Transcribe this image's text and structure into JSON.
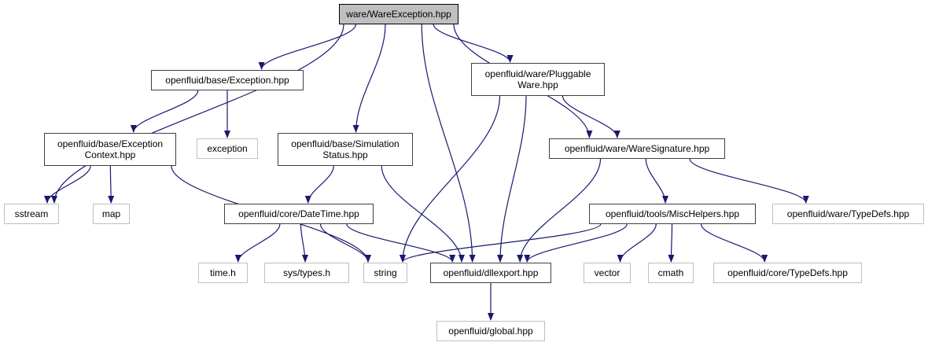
{
  "diagram": {
    "colors": {
      "edge": "#191970",
      "root_fill": "#bfbfbf",
      "main_border": "#404040",
      "external_border": "#bfbfbf"
    },
    "nodes": [
      {
        "id": "root",
        "label": "ware/WareException.hpp",
        "kind": "root"
      },
      {
        "id": "base_exception",
        "label": "openfluid/base/Exception.hpp",
        "kind": "main"
      },
      {
        "id": "pluggable_ware",
        "label": "openfluid/ware/Pluggable\nWare.hpp",
        "kind": "main"
      },
      {
        "id": "exception_context",
        "label": "openfluid/base/Exception\nContext.hpp",
        "kind": "main"
      },
      {
        "id": "exception",
        "label": "exception",
        "kind": "external"
      },
      {
        "id": "simulation_status",
        "label": "openfluid/base/Simulation\nStatus.hpp",
        "kind": "main"
      },
      {
        "id": "ware_signature",
        "label": "openfluid/ware/WareSignature.hpp",
        "kind": "main"
      },
      {
        "id": "sstream",
        "label": "sstream",
        "kind": "external"
      },
      {
        "id": "map",
        "label": "map",
        "kind": "external"
      },
      {
        "id": "datetime",
        "label": "openfluid/core/DateTime.hpp",
        "kind": "main"
      },
      {
        "id": "mischelpers",
        "label": "openfluid/tools/MiscHelpers.hpp",
        "kind": "main"
      },
      {
        "id": "ware_typedefs",
        "label": "openfluid/ware/TypeDefs.hpp",
        "kind": "external"
      },
      {
        "id": "time_h",
        "label": "time.h",
        "kind": "external"
      },
      {
        "id": "sys_types",
        "label": "sys/types.h",
        "kind": "external"
      },
      {
        "id": "string",
        "label": "string",
        "kind": "external"
      },
      {
        "id": "dllexport",
        "label": "openfluid/dllexport.hpp",
        "kind": "main"
      },
      {
        "id": "vector",
        "label": "vector",
        "kind": "external"
      },
      {
        "id": "cmath",
        "label": "cmath",
        "kind": "external"
      },
      {
        "id": "core_typedefs",
        "label": "openfluid/core/TypeDefs.hpp",
        "kind": "external"
      },
      {
        "id": "global",
        "label": "openfluid/global.hpp",
        "kind": "external"
      }
    ],
    "edges": [
      {
        "from": "root",
        "to": "base_exception"
      },
      {
        "from": "root",
        "to": "sstream"
      },
      {
        "from": "root",
        "to": "simulation_status"
      },
      {
        "from": "root",
        "to": "dllexport"
      },
      {
        "from": "root",
        "to": "pluggable_ware"
      },
      {
        "from": "root",
        "to": "ware_signature"
      },
      {
        "from": "base_exception",
        "to": "exception_context"
      },
      {
        "from": "base_exception",
        "to": "exception"
      },
      {
        "from": "exception_context",
        "to": "sstream"
      },
      {
        "from": "exception_context",
        "to": "map"
      },
      {
        "from": "exception_context",
        "to": "string"
      },
      {
        "from": "simulation_status",
        "to": "datetime"
      },
      {
        "from": "simulation_status",
        "to": "dllexport"
      },
      {
        "from": "pluggable_ware",
        "to": "string"
      },
      {
        "from": "pluggable_ware",
        "to": "dllexport"
      },
      {
        "from": "pluggable_ware",
        "to": "ware_signature"
      },
      {
        "from": "ware_signature",
        "to": "dllexport"
      },
      {
        "from": "ware_signature",
        "to": "mischelpers"
      },
      {
        "from": "ware_signature",
        "to": "ware_typedefs"
      },
      {
        "from": "datetime",
        "to": "time_h"
      },
      {
        "from": "datetime",
        "to": "sys_types"
      },
      {
        "from": "datetime",
        "to": "string"
      },
      {
        "from": "datetime",
        "to": "dllexport"
      },
      {
        "from": "mischelpers",
        "to": "string"
      },
      {
        "from": "mischelpers",
        "to": "dllexport"
      },
      {
        "from": "mischelpers",
        "to": "vector"
      },
      {
        "from": "mischelpers",
        "to": "cmath"
      },
      {
        "from": "mischelpers",
        "to": "core_typedefs"
      },
      {
        "from": "dllexport",
        "to": "global"
      }
    ]
  }
}
